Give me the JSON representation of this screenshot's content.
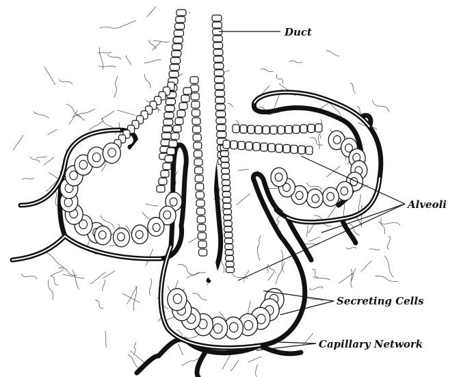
{
  "figure": {
    "labels": {
      "duct": "Duct",
      "alveoli": "Alveoli",
      "secreting_cells": "Secreting Cells",
      "capillary_network": "Capillary Network"
    },
    "colors": {
      "ink": "#111111",
      "paper": "#ffffff"
    }
  }
}
